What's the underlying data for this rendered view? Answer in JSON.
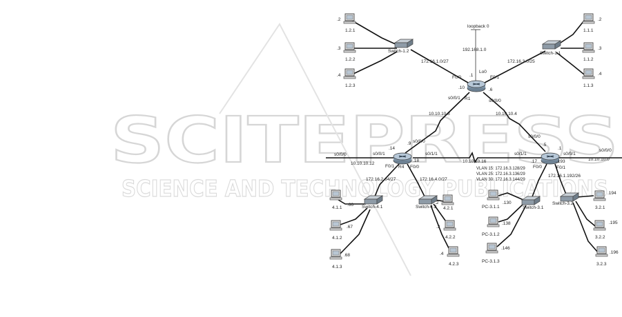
{
  "watermark": {
    "line1": "SCITEPRESS",
    "line2": "SCIENCE AND TECHNOLOGY PUBLICATIONS"
  },
  "devices": {
    "routers": [
      {
        "id": "r1",
        "label": "R1"
      },
      {
        "id": "r4",
        "label": "R4"
      },
      {
        "id": "r3",
        "label": ""
      }
    ],
    "switches": [
      {
        "id": "sw12",
        "label": "Switch-1.2"
      },
      {
        "id": "sw11",
        "label": "Switch-1.1"
      },
      {
        "id": "sw41",
        "label": "Switch-4.1"
      },
      {
        "id": "sw42",
        "label": "Switch-4.2"
      },
      {
        "id": "sw31",
        "label": "Switch-3.1"
      },
      {
        "id": "sw32",
        "label": "Switch-3.2"
      }
    ],
    "pcs": [
      {
        "id": "pc121",
        "label": "1.2.1",
        "addr": ".2"
      },
      {
        "id": "pc122",
        "label": "1.2.2",
        "addr": ".3"
      },
      {
        "id": "pc123",
        "label": "1.2.3",
        "addr": ".4"
      },
      {
        "id": "pc111",
        "label": "1.1.1",
        "addr": ".2"
      },
      {
        "id": "pc112",
        "label": "1.1.2",
        "addr": ".3"
      },
      {
        "id": "pc113",
        "label": "1.1.3",
        "addr": ".4"
      },
      {
        "id": "pc411",
        "label": "4.1.1",
        "addr": ".66"
      },
      {
        "id": "pc412",
        "label": "4.1.2",
        "addr": ".67"
      },
      {
        "id": "pc413",
        "label": "4.1.3",
        "addr": ".68"
      },
      {
        "id": "pc421",
        "label": "4.2.1",
        "addr": ".2"
      },
      {
        "id": "pc422",
        "label": "4.2.2",
        "addr": ".3"
      },
      {
        "id": "pc423",
        "label": "4.2.3",
        "addr": ".4"
      },
      {
        "id": "pc311",
        "label": "PC-3.1.1",
        "addr": ".130"
      },
      {
        "id": "pc312",
        "label": "PC-3.1.2",
        "addr": ".138"
      },
      {
        "id": "pc313",
        "label": "PC-3.1.3",
        "addr": ".146"
      },
      {
        "id": "pc321",
        "label": "3.2.1",
        "addr": ".194"
      },
      {
        "id": "pc322",
        "label": "3.2.2",
        "addr": ".195"
      },
      {
        "id": "pc323",
        "label": "3.2.3",
        "addr": ".196"
      }
    ]
  },
  "labels": {
    "loopback": "loopback 0",
    "loopback_net": "192.168.1.0",
    "lo0": "Lo0",
    "net_r1_sw12": "172.16.1.0/27",
    "net_r1_sw11": "172.16.3.0/25",
    "r1_f00": "F0/0",
    "r1_f01": "F0/1",
    "r1_dot1": ".1",
    "r1_dot10": ".10",
    "r1_dot6": ".6",
    "r1_s001": "s0/0/1",
    "r1_s000": "s0/0/0",
    "net_r1_r4": "10.10.10.8",
    "net_r1_r3": "10.10.10.4",
    "r4_s000_top": "s0/0/0",
    "r4_dot9": ".9",
    "r4_dot14": ".14",
    "r4_s001": "s0/0/1",
    "r4_dot18": ".18",
    "r4_s011": "s0/1/1",
    "r4_f01": "F0/1",
    "r4_f00": "F0/0",
    "left_s000": "s0/0/0",
    "net_left": "10.10.10.12",
    "net_r4_r3": "10.10.10.16",
    "r3_s000": "s0/0/0",
    "r3_dot5": ".5",
    "r3_dot1": ".1",
    "r3_s011": "s0/1/1",
    "r3_dot17": ".17",
    "r3_s001": "s0/0/1",
    "r3_f00": "F0/0",
    "r3_f01": "F0/1",
    "r3_dot193": ".193",
    "right_s000": "s0/0/0",
    "net_right": "10.10.10.0",
    "net_r4_sw41": "172.16.2.64/27",
    "net_r4_sw42": "172.16.4.0/27",
    "vlan15": "VLAN 15: 172.16.3.128/29",
    "vlan25": "VLAN 25: 172.16.3.136/29",
    "vlan30": "VLAN 30: 172.16.3.144/29",
    "net_r3_sw32": "172.16.1.192/26"
  },
  "colors": {
    "router_body": "#8fa7bd",
    "switch_body": "#9aa6b0",
    "link": "#111111",
    "watermark": "#d6d6d6"
  }
}
